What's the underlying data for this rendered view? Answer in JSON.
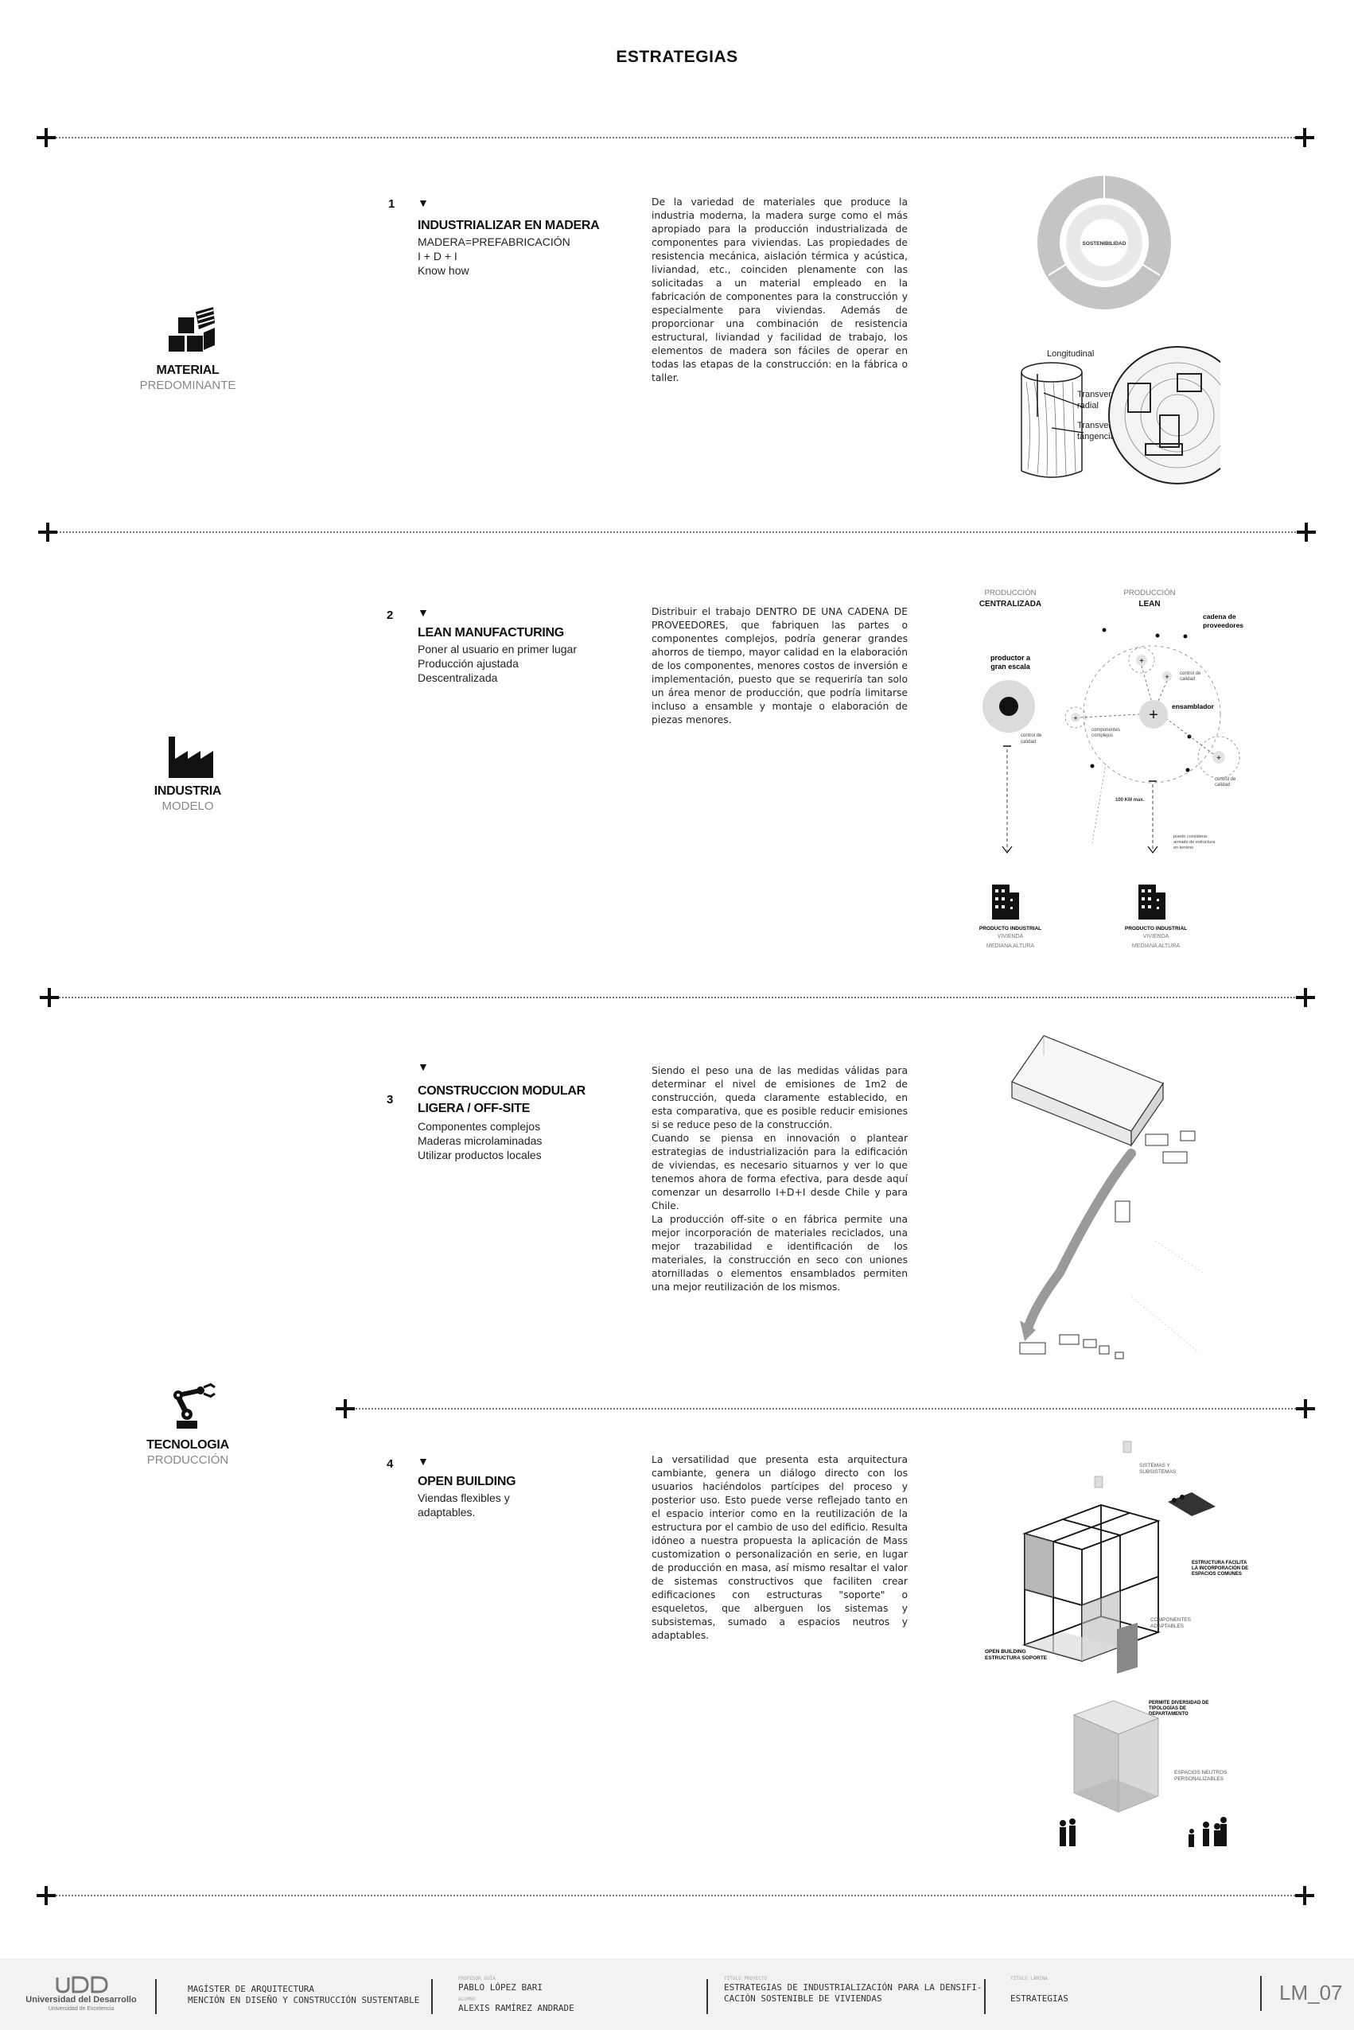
{
  "page_title": "ESTRATEGIAS",
  "categories": [
    {
      "main": "MATERIAL",
      "sub": "PREDOMINANTE",
      "icon": "wood-blocks-icon"
    },
    {
      "main": "INDUSTRIA",
      "sub": "MODELO",
      "icon": "factory-icon"
    },
    {
      "main": "TECNOLOGIA",
      "sub": "PRODUCCIÓN",
      "icon": "robot-arm-icon"
    }
  ],
  "strategies": [
    {
      "number": "1",
      "marker": "▼",
      "heading": [
        "INDUSTRIALIZAR EN MADERA"
      ],
      "items": [
        "MADERA=PREFABRICACIÓN",
        "I + D + I",
        "Know how"
      ],
      "description": [
        "De la variedad de materiales que produce la industria moderna, la madera surge como el más apropiado para la producción industrializada de componentes para viviendas. Las propiedades de resistencia mecánica, aislación térmica y acústica, liviandad, etc., coinciden plenamente con las solicitadas a un material empleado en la fabricación de componentes para la construcción y especialmente para viviendas. Además de proporcionar una combinación de resistencia estructural, liviandad y facilidad de trabajo, los elementos de madera son fáciles de operar en todas las etapas de la construcción: en la fábrica o taller."
      ]
    },
    {
      "number": "2",
      "marker": "▼",
      "heading": [
        "LEAN MANUFACTURING"
      ],
      "items": [
        "Poner al usuario en primer lugar",
        "Producción ajustada",
        "Descentralizada"
      ],
      "description": [
        "Distribuir el trabajo DENTRO DE UNA CADENA DE PROVEEDORES, que fabriquen las partes o componentes complejos, podría generar grandes ahorros de tiempo, mayor calidad en la elaboración de los componentes, menores costos de inversión e implementación, puesto que se requeriría tan solo un área menor de producción, que podría limitarse incluso a ensamble y montaje o elaboración de piezas menores."
      ]
    },
    {
      "number": "3",
      "marker": "▼",
      "heading": [
        "CONSTRUCCION MODULAR",
        "LIGERA / OFF-SITE"
      ],
      "items": [
        "Componentes complejos",
        "Maderas microlaminadas",
        "Utilizar productos locales"
      ],
      "description": [
        "Siendo el peso una de las medidas válidas para determinar el nivel de emisiones de 1m2 de construcción, queda claramente establecido, en esta comparativa, que es posible reducir emisiones si se reduce peso de la construcción.",
        "Cuando se piensa en innovación o plantear estrategias de industrialización para la edificación de viviendas, es necesario situarnos y ver lo que tenemos ahora de forma efectiva, para desde aquí comenzar un desarrollo I+D+I desde Chile y para Chile.",
        "La producción off-site o en fábrica permite una mejor incorporación de materiales reciclados, una mejor trazabilidad e identificación de los materiales, la construcción en seco con uniones atornilladas o elementos ensamblados permiten una mejor reutilización de los mismos."
      ]
    },
    {
      "number": "4",
      "marker": "▼",
      "heading": [
        "OPEN BUILDING"
      ],
      "items": [
        "Viendas flexibles y",
        "adaptables."
      ],
      "description": [
        "La versatilidad que presenta esta arquitectura cambiante, genera un diálogo directo con los usuarios haciéndolos partícipes del proceso y posterior uso. Esto puede verse reflejado tanto en el espacio interior como en la reutilización de la estructura por el cambio de uso del edificio. Resulta idóneo a nuestra propuesta la aplicación de Mass customization o personalización en serie, en lugar de producción en masa, así mismo resaltar el valor de sistemas constructivos que faciliten crear edificaciones con estructuras \"soporte\" o esqueletos, que alberguen los sistemas y subsistemas, sumado a espacios neutros y adaptables."
      ]
    }
  ],
  "diagrams": {
    "wood": {
      "ring_center": "SOSTENIBILIDAD",
      "log_labels": [
        "Longitudinal",
        "Transversal",
        "radial",
        "Transversal",
        "tangencial"
      ]
    },
    "lean": {
      "centralized_title": [
        "PRODUCCIÓN",
        "CENTRALIZADA"
      ],
      "lean_title": [
        "PRODUCCIÓN",
        "LEAN"
      ],
      "producer": [
        "productor a",
        "gran escala"
      ],
      "supply_chain": [
        "cadena de",
        "proveedores"
      ],
      "assembler": "ensamblador",
      "quality_control": [
        "control de",
        "calidad"
      ],
      "complex_components": [
        "componentes",
        "complejos"
      ],
      "distance": "100 KM max.",
      "onsite_note": [
        "puede considerar",
        "armado de estructura",
        "en terreno"
      ],
      "product": [
        "PRODUCTO INDUSTRIAL",
        "VIVIENDA",
        "MEDIANA ALTURA"
      ]
    },
    "open_building": {
      "systems": [
        "SISTEMAS Y",
        "SUBSISTEMAS"
      ],
      "structure_facilitates": [
        "ESTRUCTURA FACILITA",
        "LA INCORPORACIÓN DE",
        "ESPACIOS COMUNES"
      ],
      "adaptable": [
        "COMPONENTES",
        "ADAPTABLES"
      ],
      "support": [
        "OPEN BUILDING",
        "ESTRUCTURA SOPORTE"
      ],
      "typologies": [
        "PERMITE DIVERSIDAD DE",
        "TIPOLOGÍAS DE",
        "DEPARTAMENTO"
      ],
      "neutral": [
        "ESPACIOS NEUTROS",
        "PERSONALIZABLES"
      ]
    }
  },
  "footer": {
    "university": "Universidad del Desarrollo",
    "tagline": "Universidad de Excelencia",
    "program": [
      "MAGÍSTER DE ARQUITECTURA",
      "MENCIÓN EN DISEÑO Y CONSTRUCCIÓN SUSTENTABLE"
    ],
    "guide_label": "PROFESOR GUÍA",
    "guide": "PABLO LÓPEZ BARI",
    "student_label": "ALUMNO",
    "student": "ALEXIS RAMÍREZ ANDRADE",
    "project_label": "TÍTULO PROYECTO",
    "project": [
      "ESTRATEGIAS DE INDUSTRIALIZACIÓN PARA LA DENSIFI-",
      "CACIÓN SOSTENIBLE DE VIVIENDAS"
    ],
    "sheet_label": "TÍTULO LÁMINA",
    "sheet": "ESTRATEGIAS",
    "code": "LM_07"
  }
}
